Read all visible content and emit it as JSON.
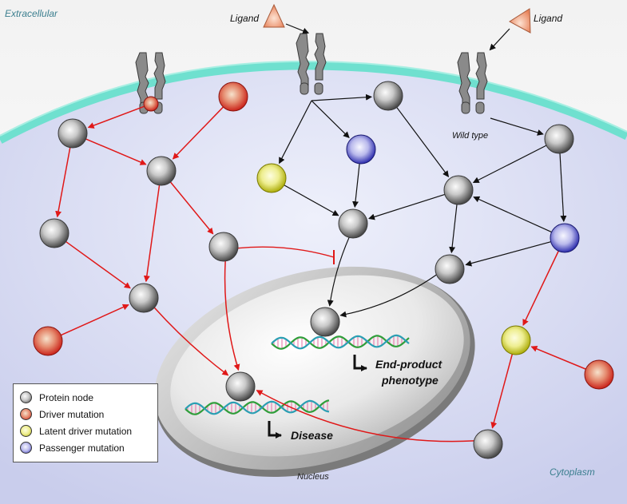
{
  "labels": {
    "extracellular": "Extracellular",
    "cytoplasm": "Cytoplasm",
    "nucleus": "Nucleus",
    "ligand_1": "Ligand",
    "ligand_2": "Ligand",
    "wild_type": "Wild type",
    "end_product_line1": "End-product",
    "end_product_line2": "phenotype",
    "disease": "Disease"
  },
  "legend": {
    "items": [
      {
        "label": "Protein node",
        "kind": "gray"
      },
      {
        "label": "Driver mutation",
        "kind": "red"
      },
      {
        "label": "Latent driver mutation",
        "kind": "yellow"
      },
      {
        "label": "Passenger mutation",
        "kind": "blue"
      }
    ]
  },
  "colors": {
    "gray": [
      "#f4f4f4",
      "#5b5b5b"
    ],
    "red": [
      "#f7e0c8",
      "#d0201a"
    ],
    "yellow": [
      "#fbfbc8",
      "#b8b800"
    ],
    "blue": [
      "#f1f1ff",
      "#2a2ab5"
    ],
    "red_edge": "#e01818",
    "black_edge": "#111111",
    "membrane": "#6fe0cf",
    "ligand": "#f3a07e"
  }
}
